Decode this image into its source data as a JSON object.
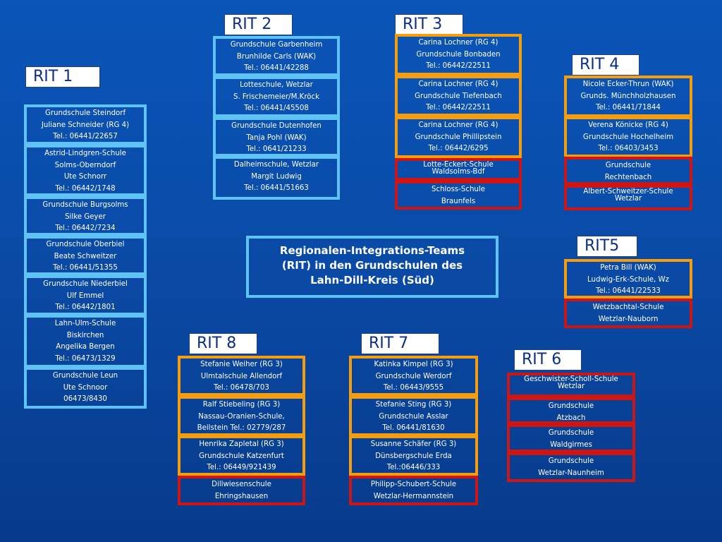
{
  "title": [
    "Regionalen-Integrations-Teams",
    "(RIT) in den Grundschulen des",
    "Lahn-Dill-Kreis (Süd)"
  ],
  "teams": [
    {
      "label": "RIT 1",
      "boxes": [
        {
          "color": "light-blue",
          "lines": [
            "Grundschule Steindorf",
            "Juliane Schneider (RG 4)",
            "Tel.: 06441/22657"
          ]
        },
        {
          "color": "light-blue",
          "lines": [
            "Astrid-Lindgren-Schule",
            "Solms-Oberndorf",
            "Ute Schnorr",
            "Tel.: 06442/1748"
          ]
        },
        {
          "color": "light-blue",
          "lines": [
            "Grundschule Burgsolms",
            "Silke Geyer",
            "Tel.: 06442/7234"
          ]
        },
        {
          "color": "light-blue",
          "lines": [
            "Grundschule Oberbiel",
            "Beate Schweitzer",
            "Tel.: 06441/51355"
          ]
        },
        {
          "color": "light-blue",
          "lines": [
            "Grundschule Niederbiel",
            "Ulf Emmel",
            "Tel.: 06442/1801"
          ]
        },
        {
          "color": "light-blue",
          "lines": [
            "Lahn-Ulm-Schule",
            "Biskirchen",
            "Angelika Bergen",
            "Tel.: 06473/1329"
          ]
        },
        {
          "color": "light-blue",
          "lines": [
            "Grundschule Leun",
            "Ute Schnoor",
            "06473/8430"
          ]
        }
      ]
    },
    {
      "label": "RIT 2",
      "boxes": [
        {
          "color": "light-blue",
          "lines": [
            "Grundschule Garbenheim",
            "Brunhilde Carls (WAK)",
            "Tel.: 06441/42288"
          ]
        },
        {
          "color": "light-blue",
          "lines": [
            "Lotteschule, Wetzlar",
            "S. Frischemeier/M.Kröck",
            "Tel.: 06441/45508"
          ]
        },
        {
          "color": "light-blue",
          "lines": [
            "Grundschule Dutenhofen",
            "Tanja Pohl (WAK)",
            "Tel.: 0641/21233"
          ]
        },
        {
          "color": "light-blue",
          "lines": [
            "Dalheimschule, Wetzlar",
            "Margit Ludwig",
            "Tel.: 06441/51663"
          ]
        }
      ]
    },
    {
      "label": "RIT 3",
      "boxes": [
        {
          "color": "orange",
          "lines": [
            "Carina Lochner (RG 4)",
            "Grundschule Bonbaden",
            "Tel.: 06442/22511"
          ]
        },
        {
          "color": "orange",
          "lines": [
            "Carina Lochner (RG 4)",
            "Grundschule Tiefenbach",
            "Tel.: 06442/22511"
          ]
        },
        {
          "color": "orange",
          "lines": [
            "Carina Lochner (RG 4)",
            "Grundschule Phillipstein",
            "Tel.: 06442/6295"
          ]
        },
        {
          "color": "red",
          "lines": [
            "Lotte-Eckert-Schule",
            "Waldsolms-Bdf"
          ]
        },
        {
          "color": "red",
          "lines": [
            "Schloss-Schule",
            "Braunfels"
          ]
        }
      ]
    },
    {
      "label": "RIT 4",
      "boxes": [
        {
          "color": "orange",
          "lines": [
            "Nicole Ecker-Thrun (WAK)",
            "Grunds. Münchholzhausen",
            "Tel.: 06441/71844"
          ]
        },
        {
          "color": "orange",
          "lines": [
            "Verena Könicke (RG 4)",
            "Grundschule Hochelheim",
            "Tel.: 06403/3453"
          ]
        },
        {
          "color": "red",
          "lines": [
            "Grundschule",
            "Rechtenbach"
          ]
        },
        {
          "color": "red",
          "lines": [
            "Albert-Schweitzer-Schule",
            "Wetzlar"
          ]
        }
      ]
    },
    {
      "label": "RIT5",
      "boxes": [
        {
          "color": "orange",
          "lines": [
            "Petra Bill (WAK)",
            "Ludwig-Erk-Schule, Wz",
            "Tel.: 06441/22533"
          ]
        },
        {
          "color": "red",
          "lines": [
            "Wetzbachtal-Schule",
            "Wetzlar-Nauborn"
          ]
        }
      ]
    },
    {
      "label": "RIT 6",
      "boxes": [
        {
          "color": "red",
          "lines": [
            "Geschwister-Scholl-Schule",
            "Wetzlar"
          ]
        },
        {
          "color": "red",
          "lines": [
            "Grundschule",
            "Atzbach"
          ]
        },
        {
          "color": "red",
          "lines": [
            "Grundschule",
            "Waldgirmes"
          ]
        },
        {
          "color": "red",
          "lines": [
            "Grundschule",
            "Wetzlar-Naunheim"
          ]
        }
      ]
    },
    {
      "label": "RIT 7",
      "boxes": [
        {
          "color": "orange",
          "lines": [
            "Katinka Kimpel (RG 3)",
            "Grundschule Werdorf",
            "Tel.: 06443/9555"
          ]
        },
        {
          "color": "orange",
          "lines": [
            "Stefanie Sting (RG 3)",
            "Grundschule Asslar",
            "Tel. 06441/81630"
          ]
        },
        {
          "color": "orange",
          "lines": [
            "Susanne Schäfer (RG 3)",
            "Dünsbergschule Erda",
            "Tel.:06446/333"
          ]
        },
        {
          "color": "red",
          "lines": [
            "Philipp-Schubert-Schule",
            "Wetzlar-Hermannstein"
          ]
        }
      ]
    },
    {
      "label": "RIT 8",
      "boxes": [
        {
          "color": "orange",
          "lines": [
            "Stefanie Weiher (RG 3)",
            "Ulmtalschule Allendorf",
            "Tel.: 06478/703"
          ]
        },
        {
          "color": "orange",
          "lines": [
            "Ralf Stiebeling (RG 3)",
            "Nassau-Oranien-Schule,",
            "Beilstein Tel.: 02779/287"
          ]
        },
        {
          "color": "orange",
          "lines": [
            "Henrika Zapletal (RG 3)",
            "Grundschule Katzenfurt",
            "Tel.: 06449/921439"
          ]
        },
        {
          "color": "red",
          "lines": [
            "Dillwiesenschule",
            "Ehringshausen"
          ]
        }
      ]
    }
  ]
}
